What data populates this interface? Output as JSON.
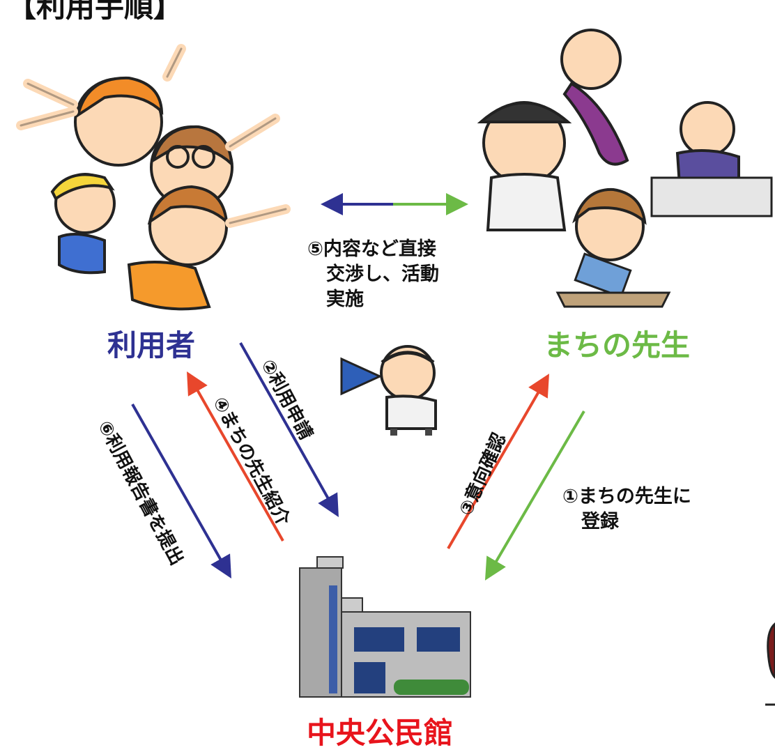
{
  "title": "【利用手順】",
  "nodes": {
    "users": "利用者",
    "teachers": "まちの先生",
    "center": "中央公民館"
  },
  "steps": {
    "step1": "①まちの先生に\n　登録",
    "step2": "②利用申請",
    "step3": "③意向確認",
    "step4": "④まちの先生紹介",
    "step5": "⑤内容など直接\n　交渉し、活動\n　実施",
    "step6": "⑥利用報告書を提出"
  },
  "colors": {
    "blue": "#2e3192",
    "green": "#6cba46",
    "red": "#e8472c",
    "center_label": "#e8141c"
  }
}
